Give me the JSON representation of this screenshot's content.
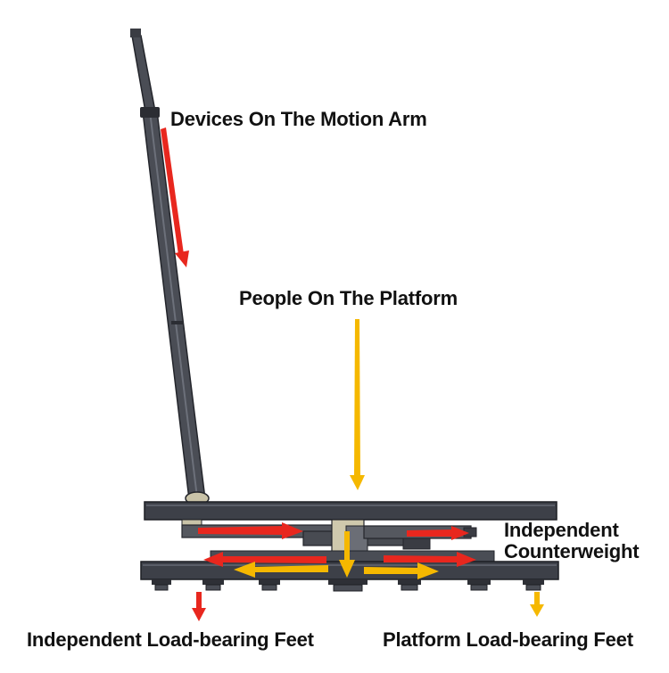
{
  "labels": {
    "devices_on_arm": "Devices On The Motion Arm",
    "people_on_platform": "People On The Platform",
    "independent_counterweight_line1": "Independent",
    "independent_counterweight_line2": "Counterweight",
    "independent_feet": "Independent Load-bearing Feet",
    "platform_feet": "Platform Load-bearing Feet"
  },
  "colors": {
    "independent_force": "#e8271e",
    "platform_force": "#f5b800",
    "structure": "#3d4048",
    "structure_dark": "#23252b",
    "background": "#ffffff"
  }
}
